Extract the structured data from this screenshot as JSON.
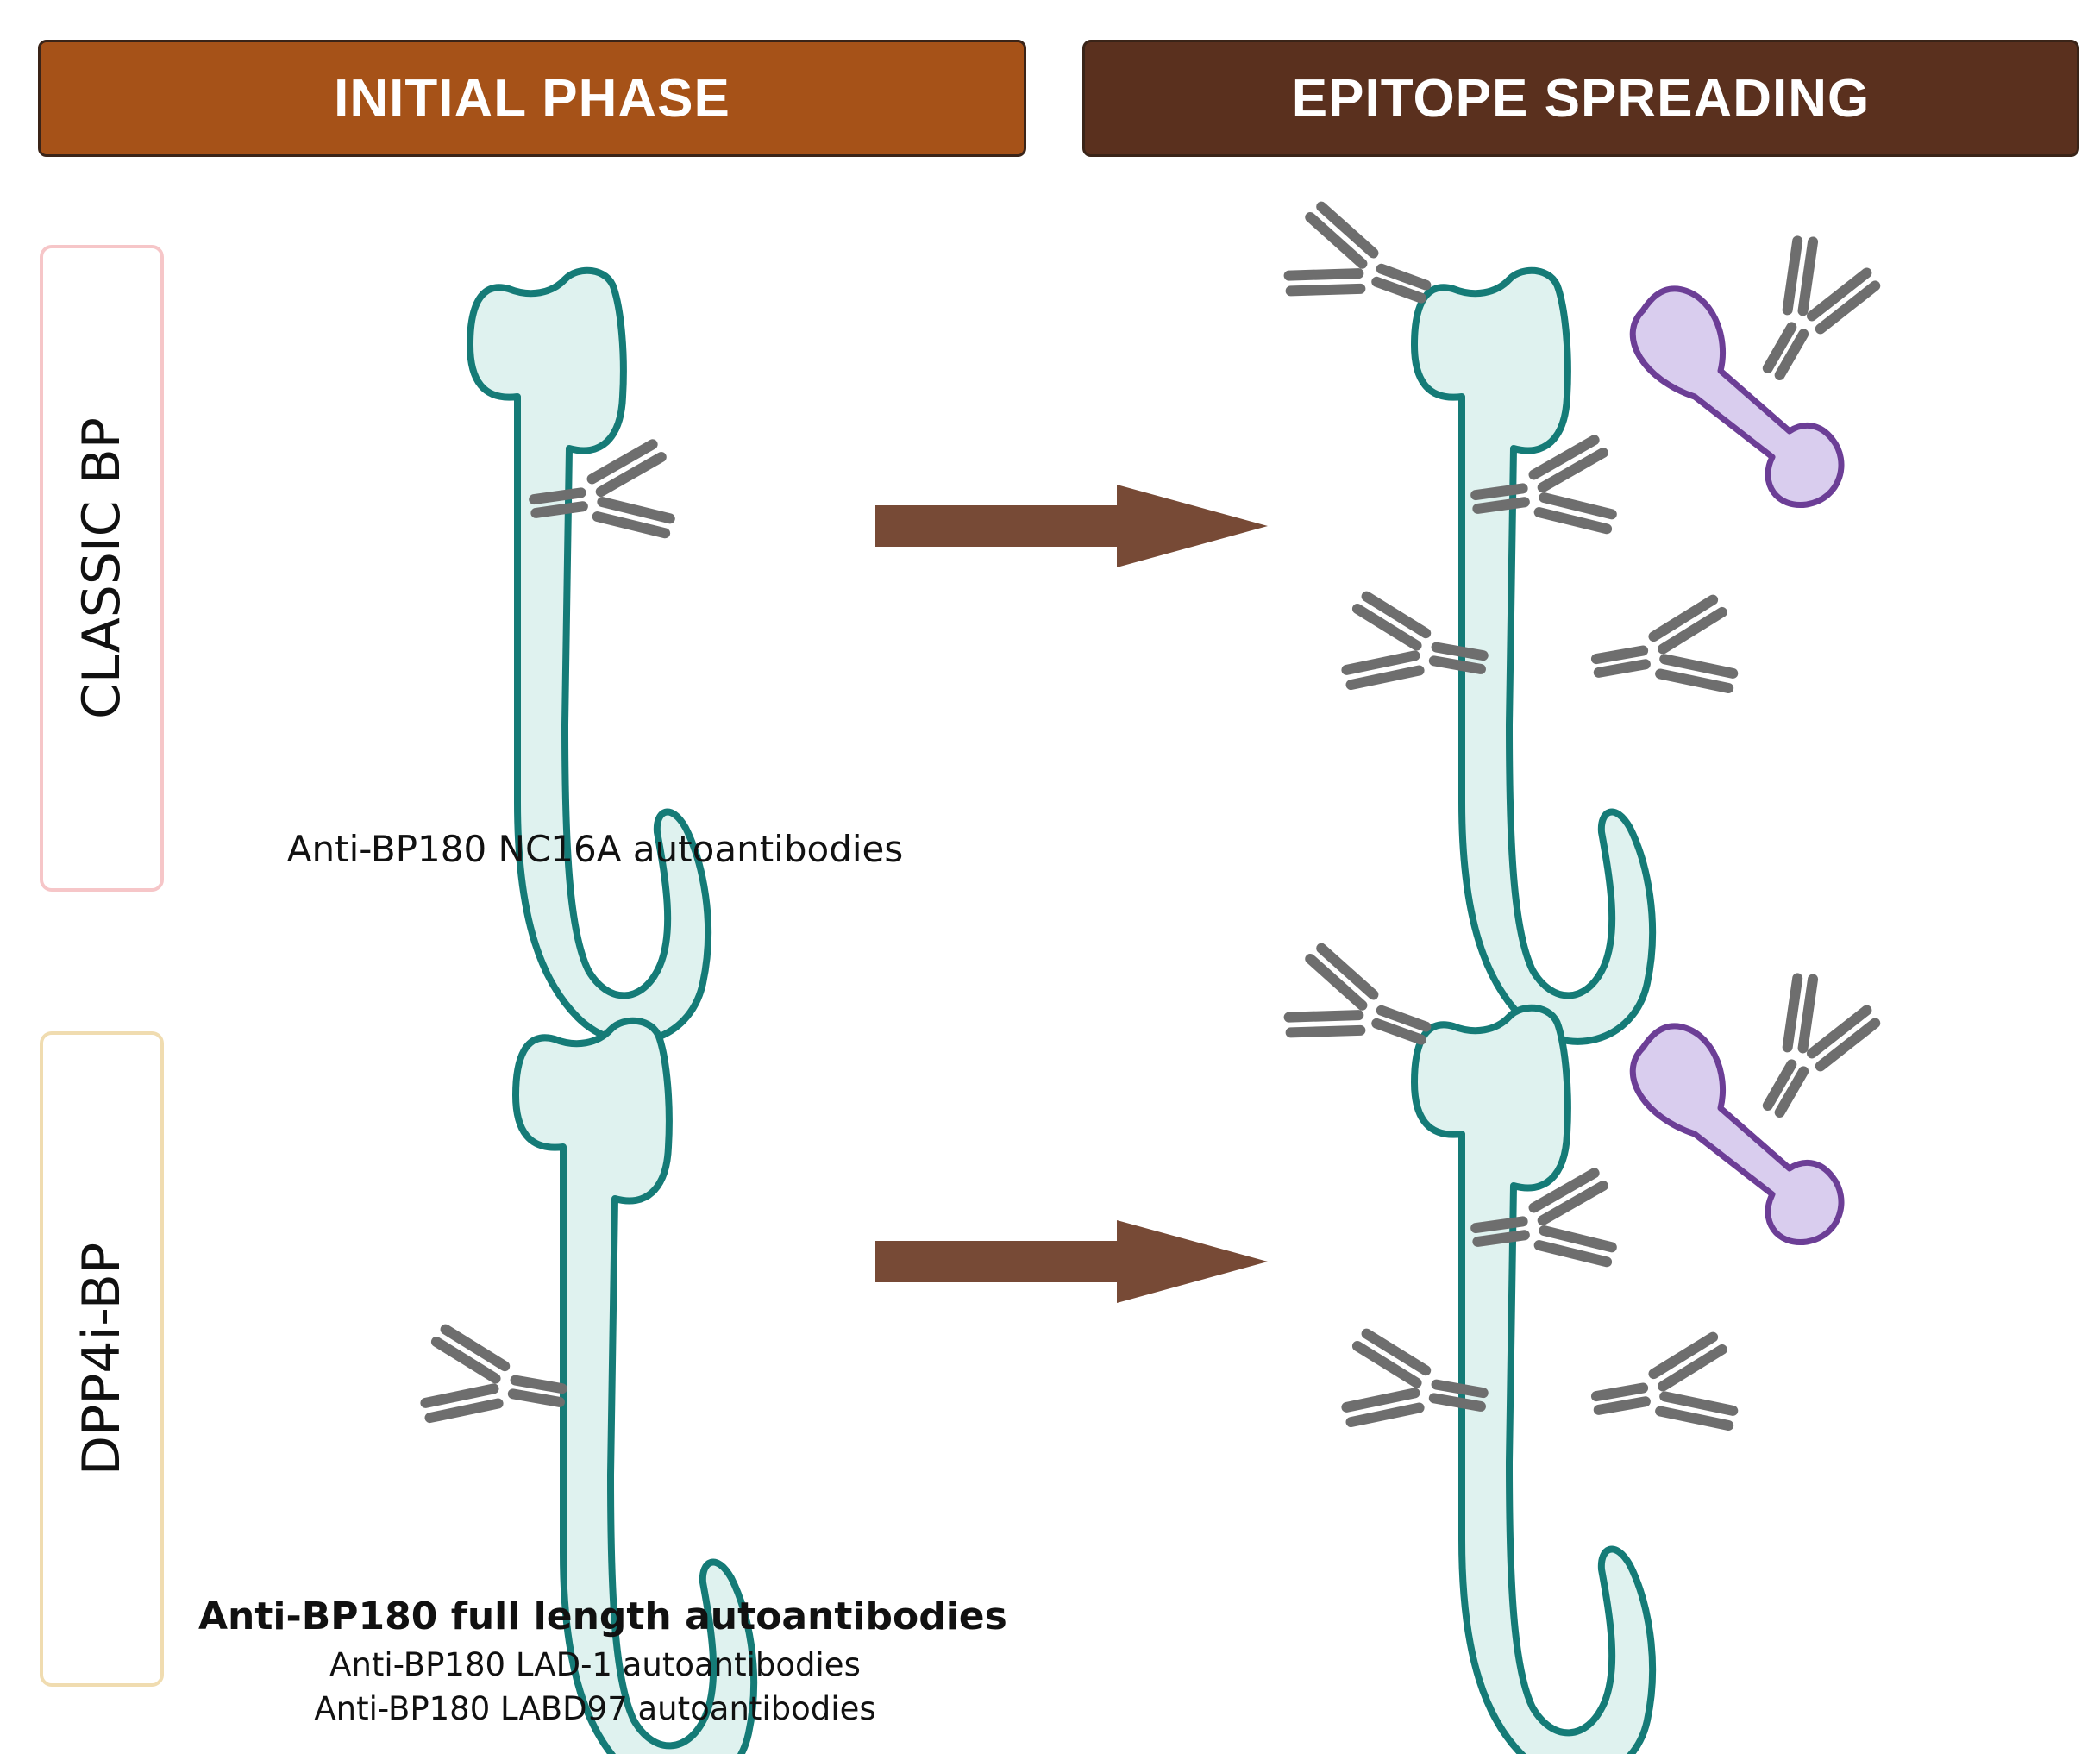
{
  "headers": {
    "initial_phase": "INITIAL PHASE",
    "epitope_spreading": "EPITOPE SPREADING"
  },
  "rows": {
    "classic": {
      "label": "CLASSIC BP",
      "caption": "Anti-BP180 NC16A autoantibodies"
    },
    "dpp4i": {
      "label": "DPP4i-BP",
      "caption_bold": "Anti-BP180 full length autoantibodies",
      "caption_line2": "Anti-BP180 LAD-1 autoantibodies",
      "caption_line3": "Anti-BP180 LABD97 autoantibodies"
    }
  },
  "colors": {
    "initial_header": "#a65218",
    "spreading_header": "#5a301e",
    "classic_border": "#f6c6c8",
    "dpp4i_border": "#f0dcb0",
    "protein_fill": "#dff2ef",
    "protein_stroke": "#157b77",
    "antibody": "#6e6e6e",
    "arrow": "#774a36",
    "other_antigen_fill": "#d9cdee",
    "other_antigen_stroke": "#6c3e96"
  },
  "icons": [
    "bp180-protein-icon",
    "antibody-icon",
    "arrow-icon",
    "bp230-antigen-icon"
  ]
}
